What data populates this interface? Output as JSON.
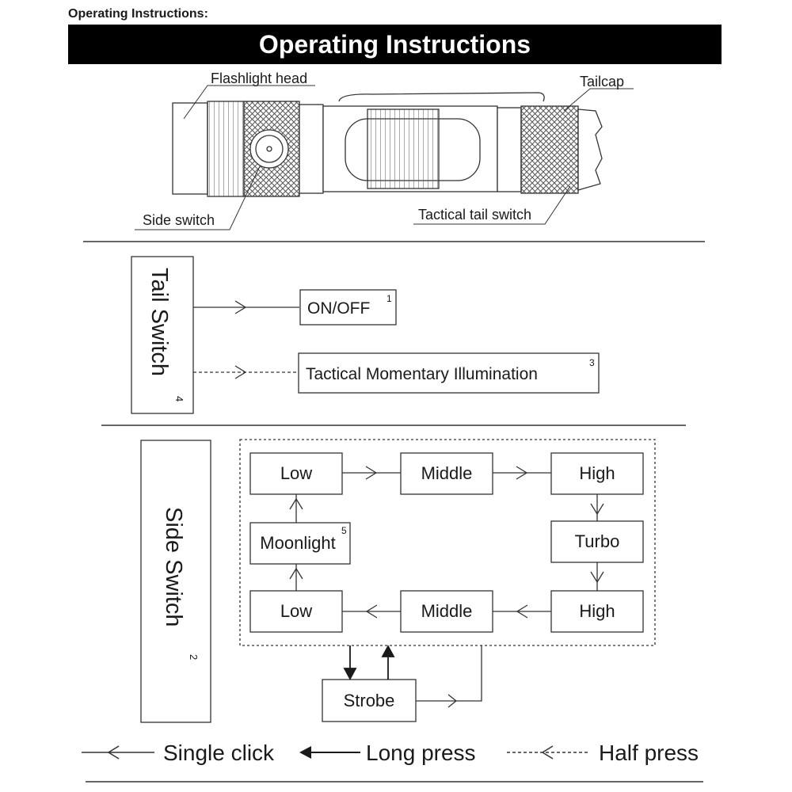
{
  "caption": "Operating Instructions:",
  "banner_title": "Operating Instructions",
  "flashlight": {
    "head_label": "Flashlight head",
    "tailcap_label": "Tailcap",
    "side_switch_label": "Side switch",
    "tail_switch_label": "Tactical tail switch"
  },
  "tail_switch": {
    "title": "Tail Switch",
    "title_note": "4",
    "onoff": "ON/OFF",
    "onoff_note": "1",
    "tactical": "Tactical Momentary Illumination",
    "tactical_note": "3"
  },
  "side_switch": {
    "title": "Side Switch",
    "title_note": "2",
    "low_top": "Low",
    "middle_top": "Middle",
    "high_top": "High",
    "turbo": "Turbo",
    "high_bottom": "High",
    "middle_bottom": "Middle",
    "low_bottom": "Low",
    "moonlight": "Moonlight",
    "moonlight_note": "5",
    "strobe": "Strobe"
  },
  "legend": {
    "single_click": "Single click",
    "long_press": "Long press",
    "half_press": "Half press"
  }
}
